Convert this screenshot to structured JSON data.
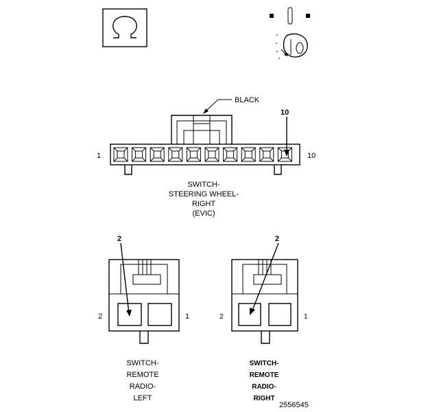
{
  "connector_main": {
    "color_label": "BLACK",
    "pin_callout": "10",
    "pin_left": "1",
    "pin_right": "10",
    "title_lines": [
      "SWITCH-",
      "STEERING WHEEL-",
      "RIGHT",
      "(EVIC)"
    ],
    "pin_count": 10
  },
  "connector_left": {
    "pin_callout": "2",
    "pin_left": "2",
    "pin_right": "1",
    "title_lines": [
      "SWITCH-",
      "REMOTE",
      "RADIO-",
      "LEFT"
    ]
  },
  "connector_right": {
    "pin_callout": "2",
    "pin_left": "2",
    "pin_right": "1",
    "title_lines": [
      "SWITCH-",
      "REMOTE",
      "RADIO-",
      "RIGHT"
    ]
  },
  "figure_number": "2556545"
}
